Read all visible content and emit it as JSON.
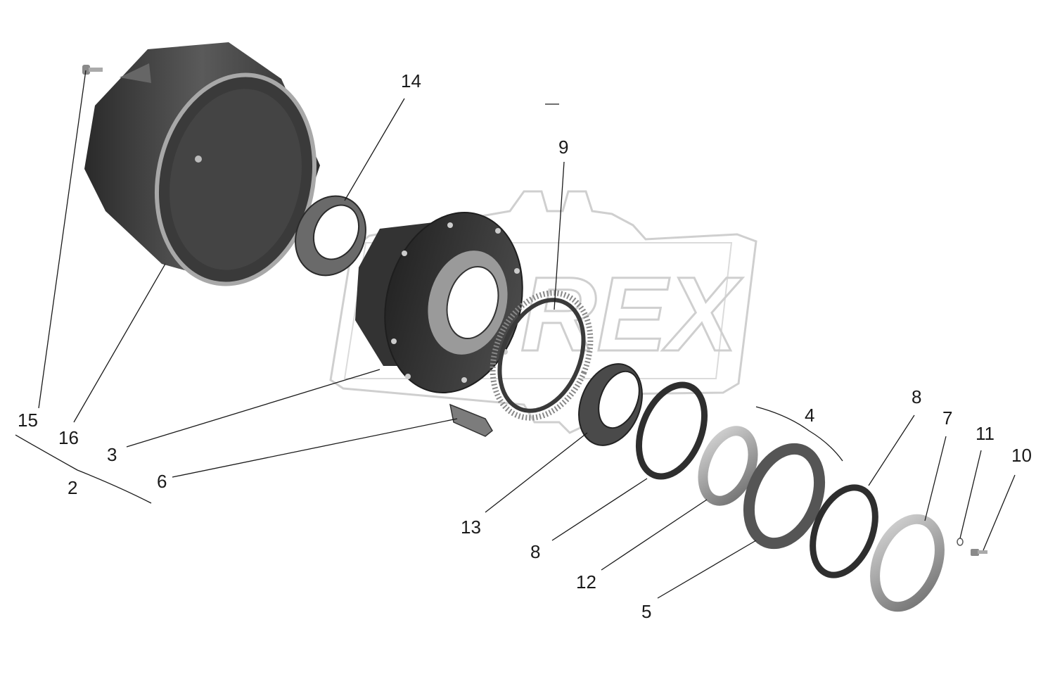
{
  "watermark": {
    "text": "REX"
  },
  "labels": {
    "l2": "2",
    "l3": "3",
    "l4": "4",
    "l5": "5",
    "l6": "6",
    "l7": "7",
    "l8a": "8",
    "l8b": "8",
    "l9": "9",
    "l10": "10",
    "l11": "11",
    "l12": "12",
    "l13": "13",
    "l14": "14",
    "l15": "15",
    "l16": "16"
  },
  "colors": {
    "part_dark": "#3c3c3c",
    "part_mid": "#7a7a7a",
    "part_light": "#b5b5b5",
    "line": "#1a1a1a"
  }
}
